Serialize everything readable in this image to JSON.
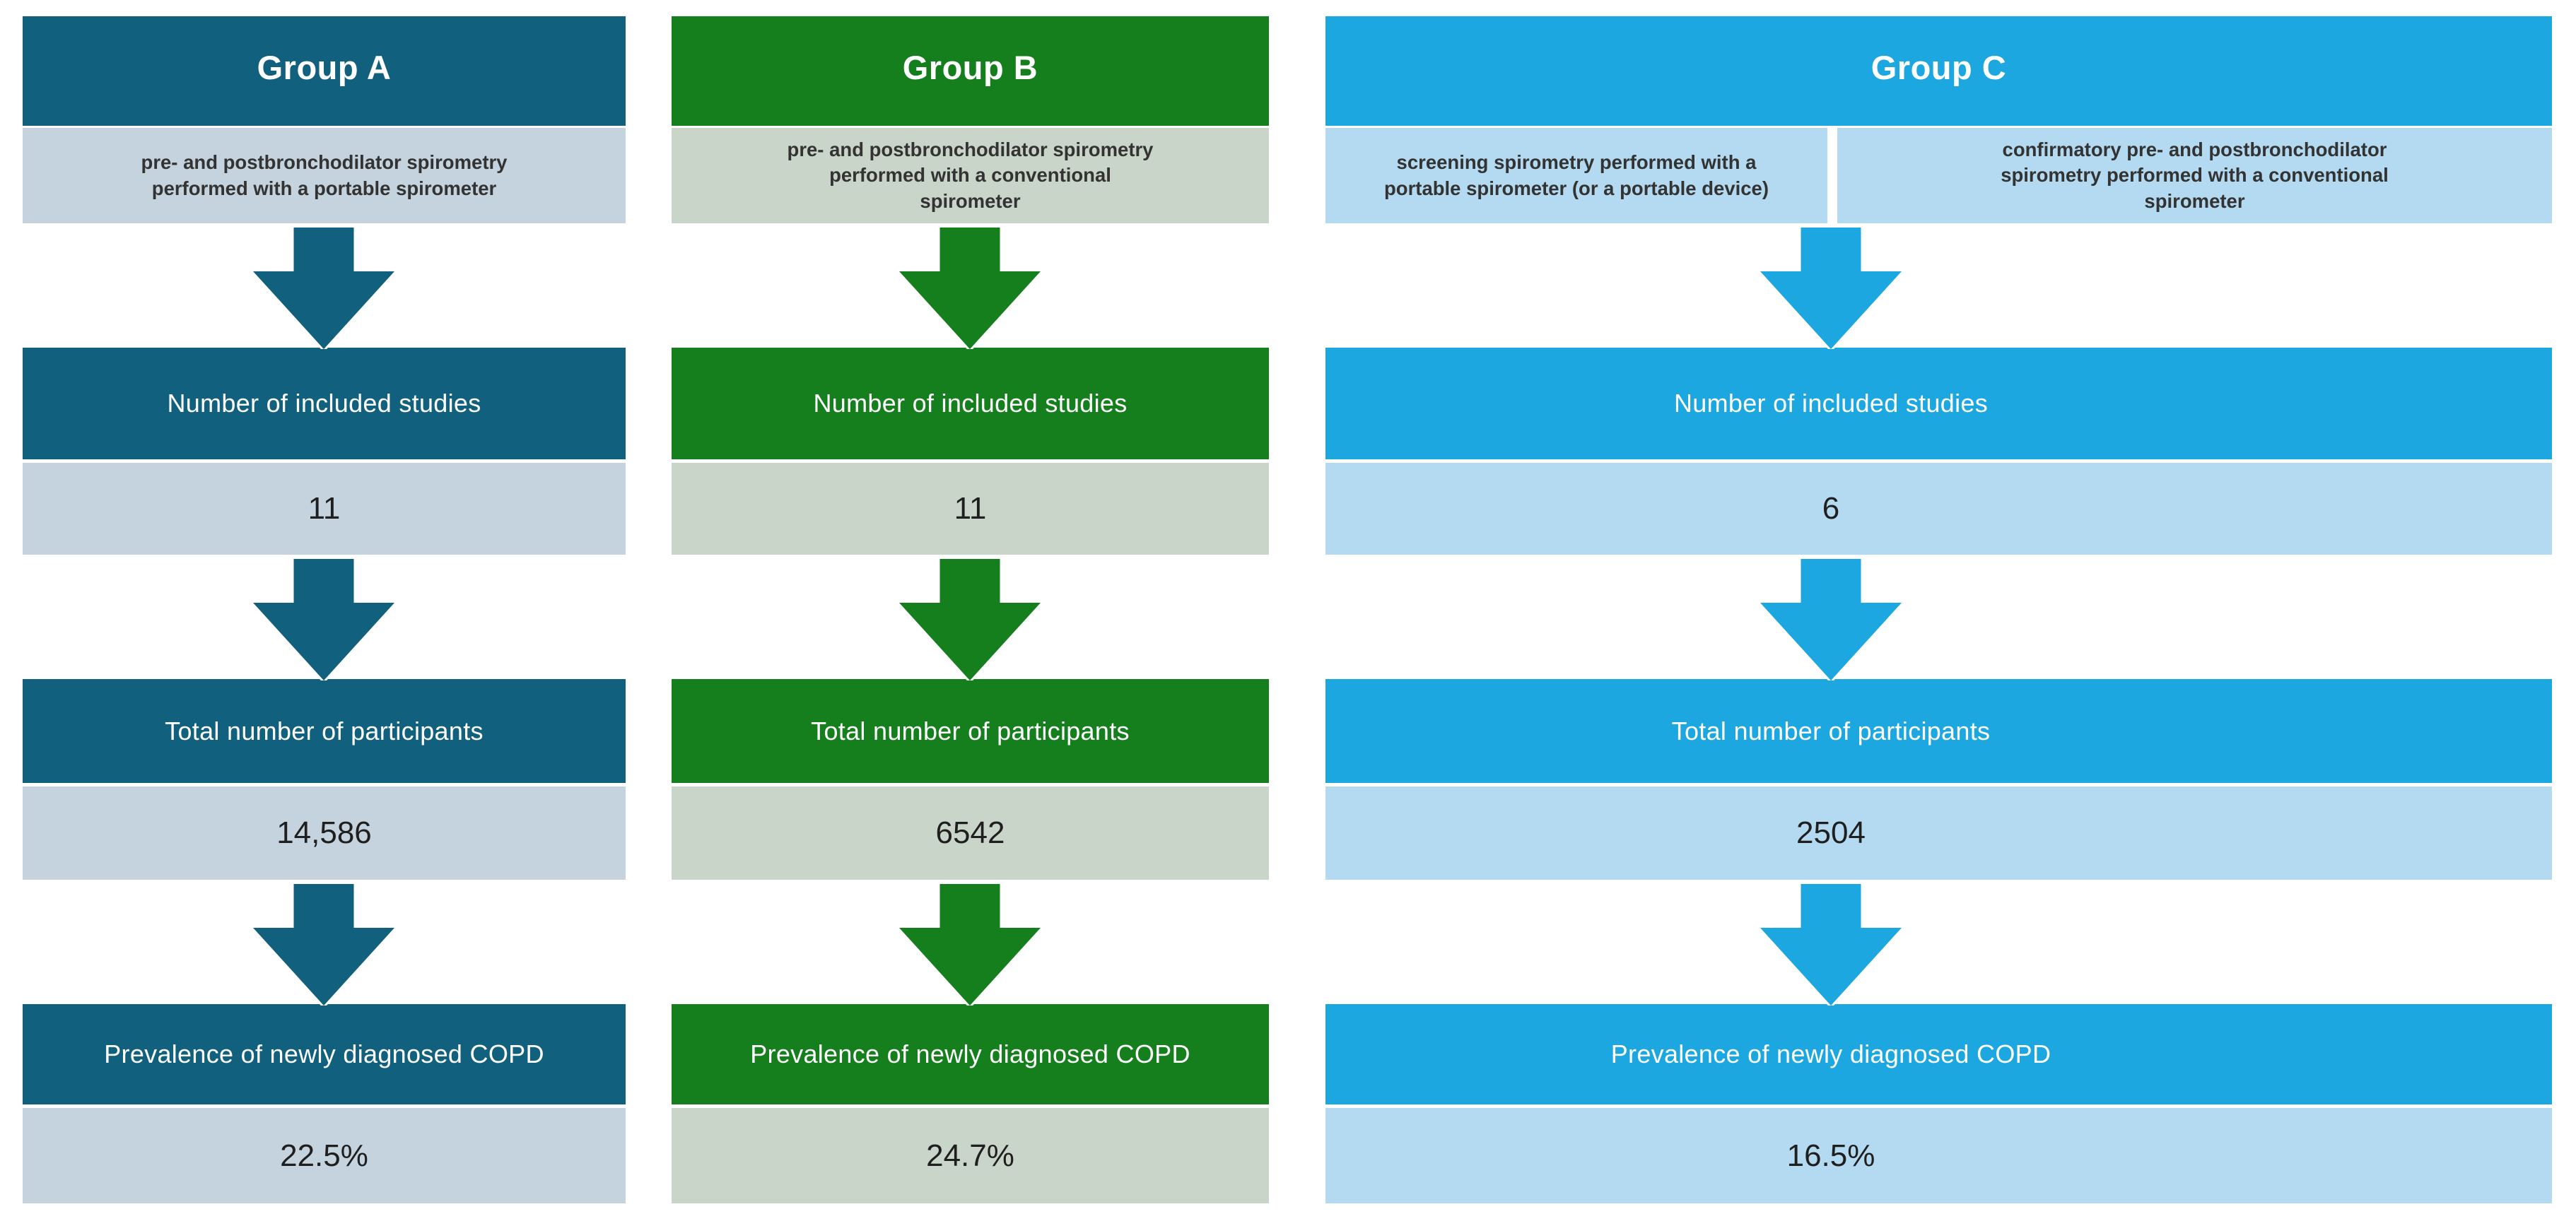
{
  "figure": {
    "columns": [
      {
        "title": "Group A",
        "description": "pre- and postbronchodilator spirometry\nperformed with a portable spirometer",
        "colors": {
          "dark": "#10607E",
          "light": "#C4D3DD"
        },
        "steps": [
          {
            "label": "Number of included studies",
            "value": "11"
          },
          {
            "label": "Total number of participants",
            "value": "14,586"
          },
          {
            "label": "Prevalence of newly diagnosed COPD",
            "value": "22.5%"
          }
        ]
      },
      {
        "title": "Group B",
        "description": "pre- and postbronchodilator spirometry\nperformed with a conventional\nspirometer",
        "colors": {
          "dark": "#147F1C",
          "light": "#C9D5C9"
        },
        "steps": [
          {
            "label": "Number of included studies",
            "value": "11"
          },
          {
            "label": "Total number of participants",
            "value": "6542"
          },
          {
            "label": "Prevalence of newly diagnosed COPD",
            "value": "24.7%"
          }
        ]
      },
      {
        "title": "Group C",
        "description_left": "screening spirometry performed with a\nportable spirometer (or a portable device)",
        "description_right": "confirmatory pre- and postbronchodilator\nspirometry performed with a conventional\nspirometer",
        "colors": {
          "dark": "#1CA7E0",
          "light": "#B3DAF0"
        },
        "steps": [
          {
            "label": "Number of included studies",
            "value": "6"
          },
          {
            "label": "Total number of participants",
            "value": "2504"
          },
          {
            "label": "Prevalence of newly diagnosed COPD",
            "value": "16.5%"
          }
        ]
      }
    ]
  }
}
